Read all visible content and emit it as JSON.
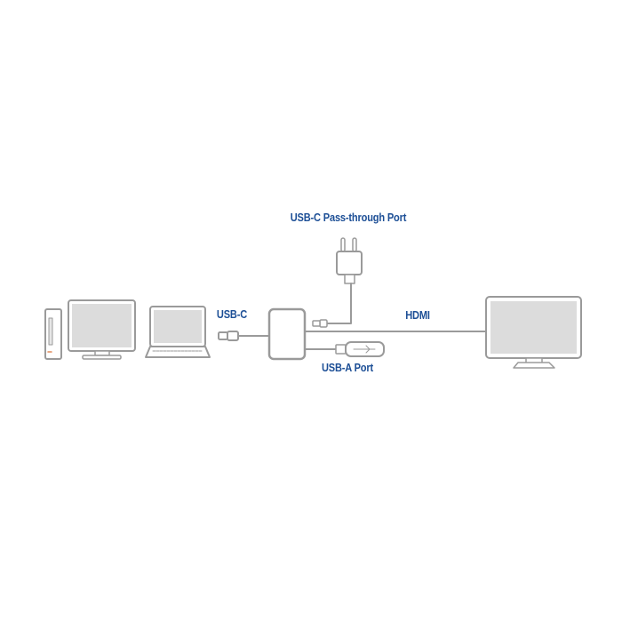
{
  "labels": {
    "usb_c_pass_through": "USB-C Pass-through Port",
    "usb_c": "USB-C",
    "hdmi": "HDMI",
    "usb_a": "USB-A Port"
  },
  "colors": {
    "label": "#1d4f96",
    "outline": "#9a9a9a",
    "screen": "#dcdcdc"
  }
}
